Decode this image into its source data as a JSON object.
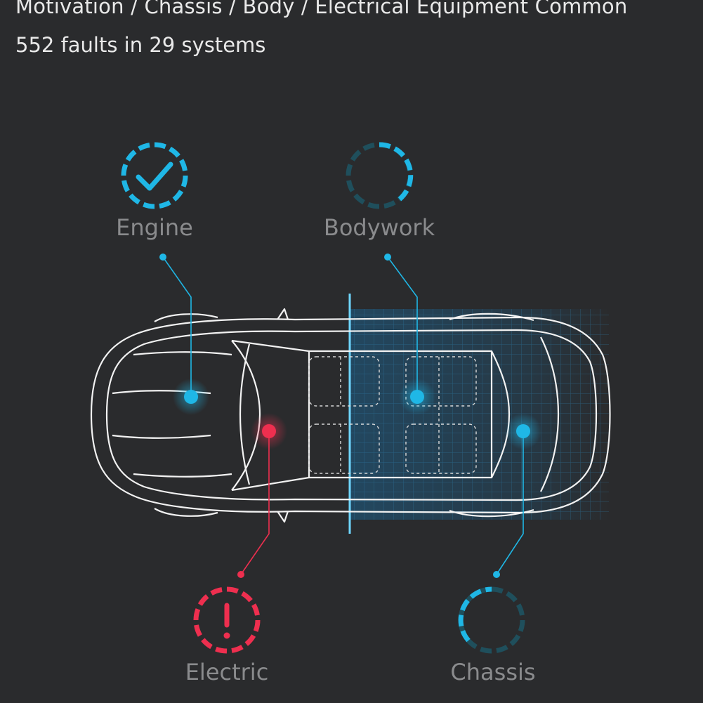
{
  "header": {
    "title": "Motivation / Chassis / Body / Electrical Equipment Common",
    "subtitle": "552 faults in 29 systems"
  },
  "systems": [
    {
      "label": "Engine",
      "status": "ok",
      "color": "#1fb7e6",
      "icon": "checkmark-icon"
    },
    {
      "label": "Bodywork",
      "status": "scanning",
      "color": "#1fb7e6",
      "icon": "progress-ring-icon"
    },
    {
      "label": "Electric",
      "status": "fault",
      "color": "#ee2f4f",
      "icon": "exclamation-icon"
    },
    {
      "label": "Chassis",
      "status": "scanning",
      "color": "#1fb7e6",
      "icon": "progress-ring-icon"
    }
  ],
  "colors": {
    "background": "#2a2b2d",
    "accent": "#1fb7e6",
    "fault": "#ee2f4f",
    "label": "#8a8b8d",
    "outline": "#f2f2f2"
  }
}
